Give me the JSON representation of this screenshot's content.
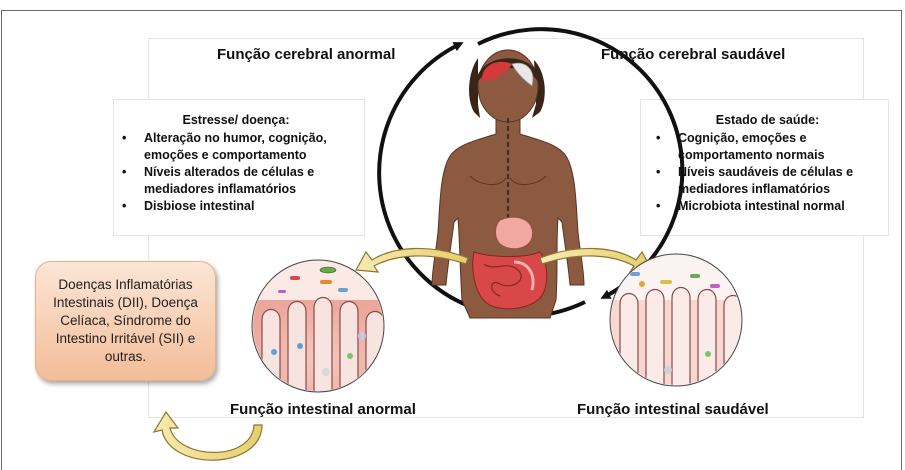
{
  "headings": {
    "brain_abnormal": "Função cerebral anormal",
    "brain_healthy": "Função cerebral saudável",
    "gut_abnormal": "Função intestinal anormal",
    "gut_healthy": "Função intestinal saudável"
  },
  "stress_box": {
    "title": "Estresse/ doença:",
    "items": [
      "Alteração no humor, cognição, emoções e comportamento",
      "Níveis alterados de células e mediadores inflamatórios",
      "Disbiose intestinal"
    ]
  },
  "health_box": {
    "title": "Estado de saúde:",
    "items": [
      "Cognição, emoções e comportamento normais",
      "Níveis saudáveis de células e mediadores inflamatórios",
      "Microbiota intestinal normal"
    ]
  },
  "disease_box": {
    "text": "Doenças Inflamatórias Intestinais (DII), Doença Celíaca, Síndrome do Intestino Irritável (SII) e outras."
  }
}
